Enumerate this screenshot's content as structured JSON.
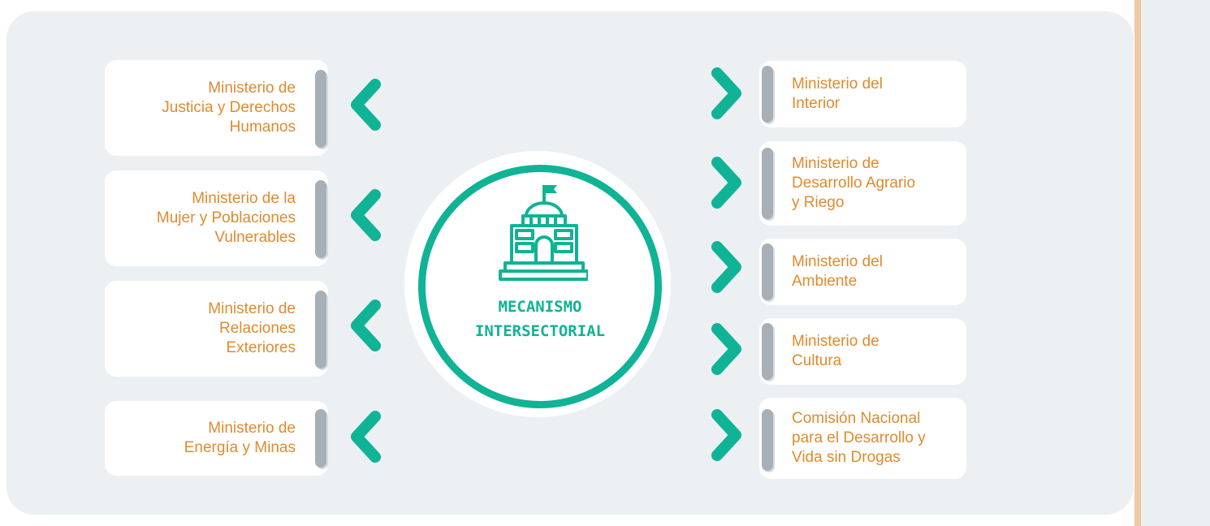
{
  "diagram": {
    "center_label": "MECANISMO\nINTERSECTORIAL",
    "center_icon": "government-building-icon",
    "accent_color": "#10b395",
    "text_color": "#e08a2e",
    "left_items": [
      {
        "label": "Ministerio de\nJusticia y Derechos\nHumanos"
      },
      {
        "label": "Ministerio de la\nMujer y Poblaciones\nVulnerables"
      },
      {
        "label": "Ministerio de\nRelaciones\nExteriores"
      },
      {
        "label": "Ministerio de\nEnergía y Minas"
      }
    ],
    "right_items": [
      {
        "label": "Ministerio del\nInterior"
      },
      {
        "label": "Ministerio de\nDesarrollo Agrario\ny Riego"
      },
      {
        "label": "Ministerio del\nAmbiente"
      },
      {
        "label": "Ministerio de\nCultura"
      },
      {
        "label": "Comisión Nacional\npara el Desarrollo y\nVida sin Drogas"
      }
    ]
  }
}
